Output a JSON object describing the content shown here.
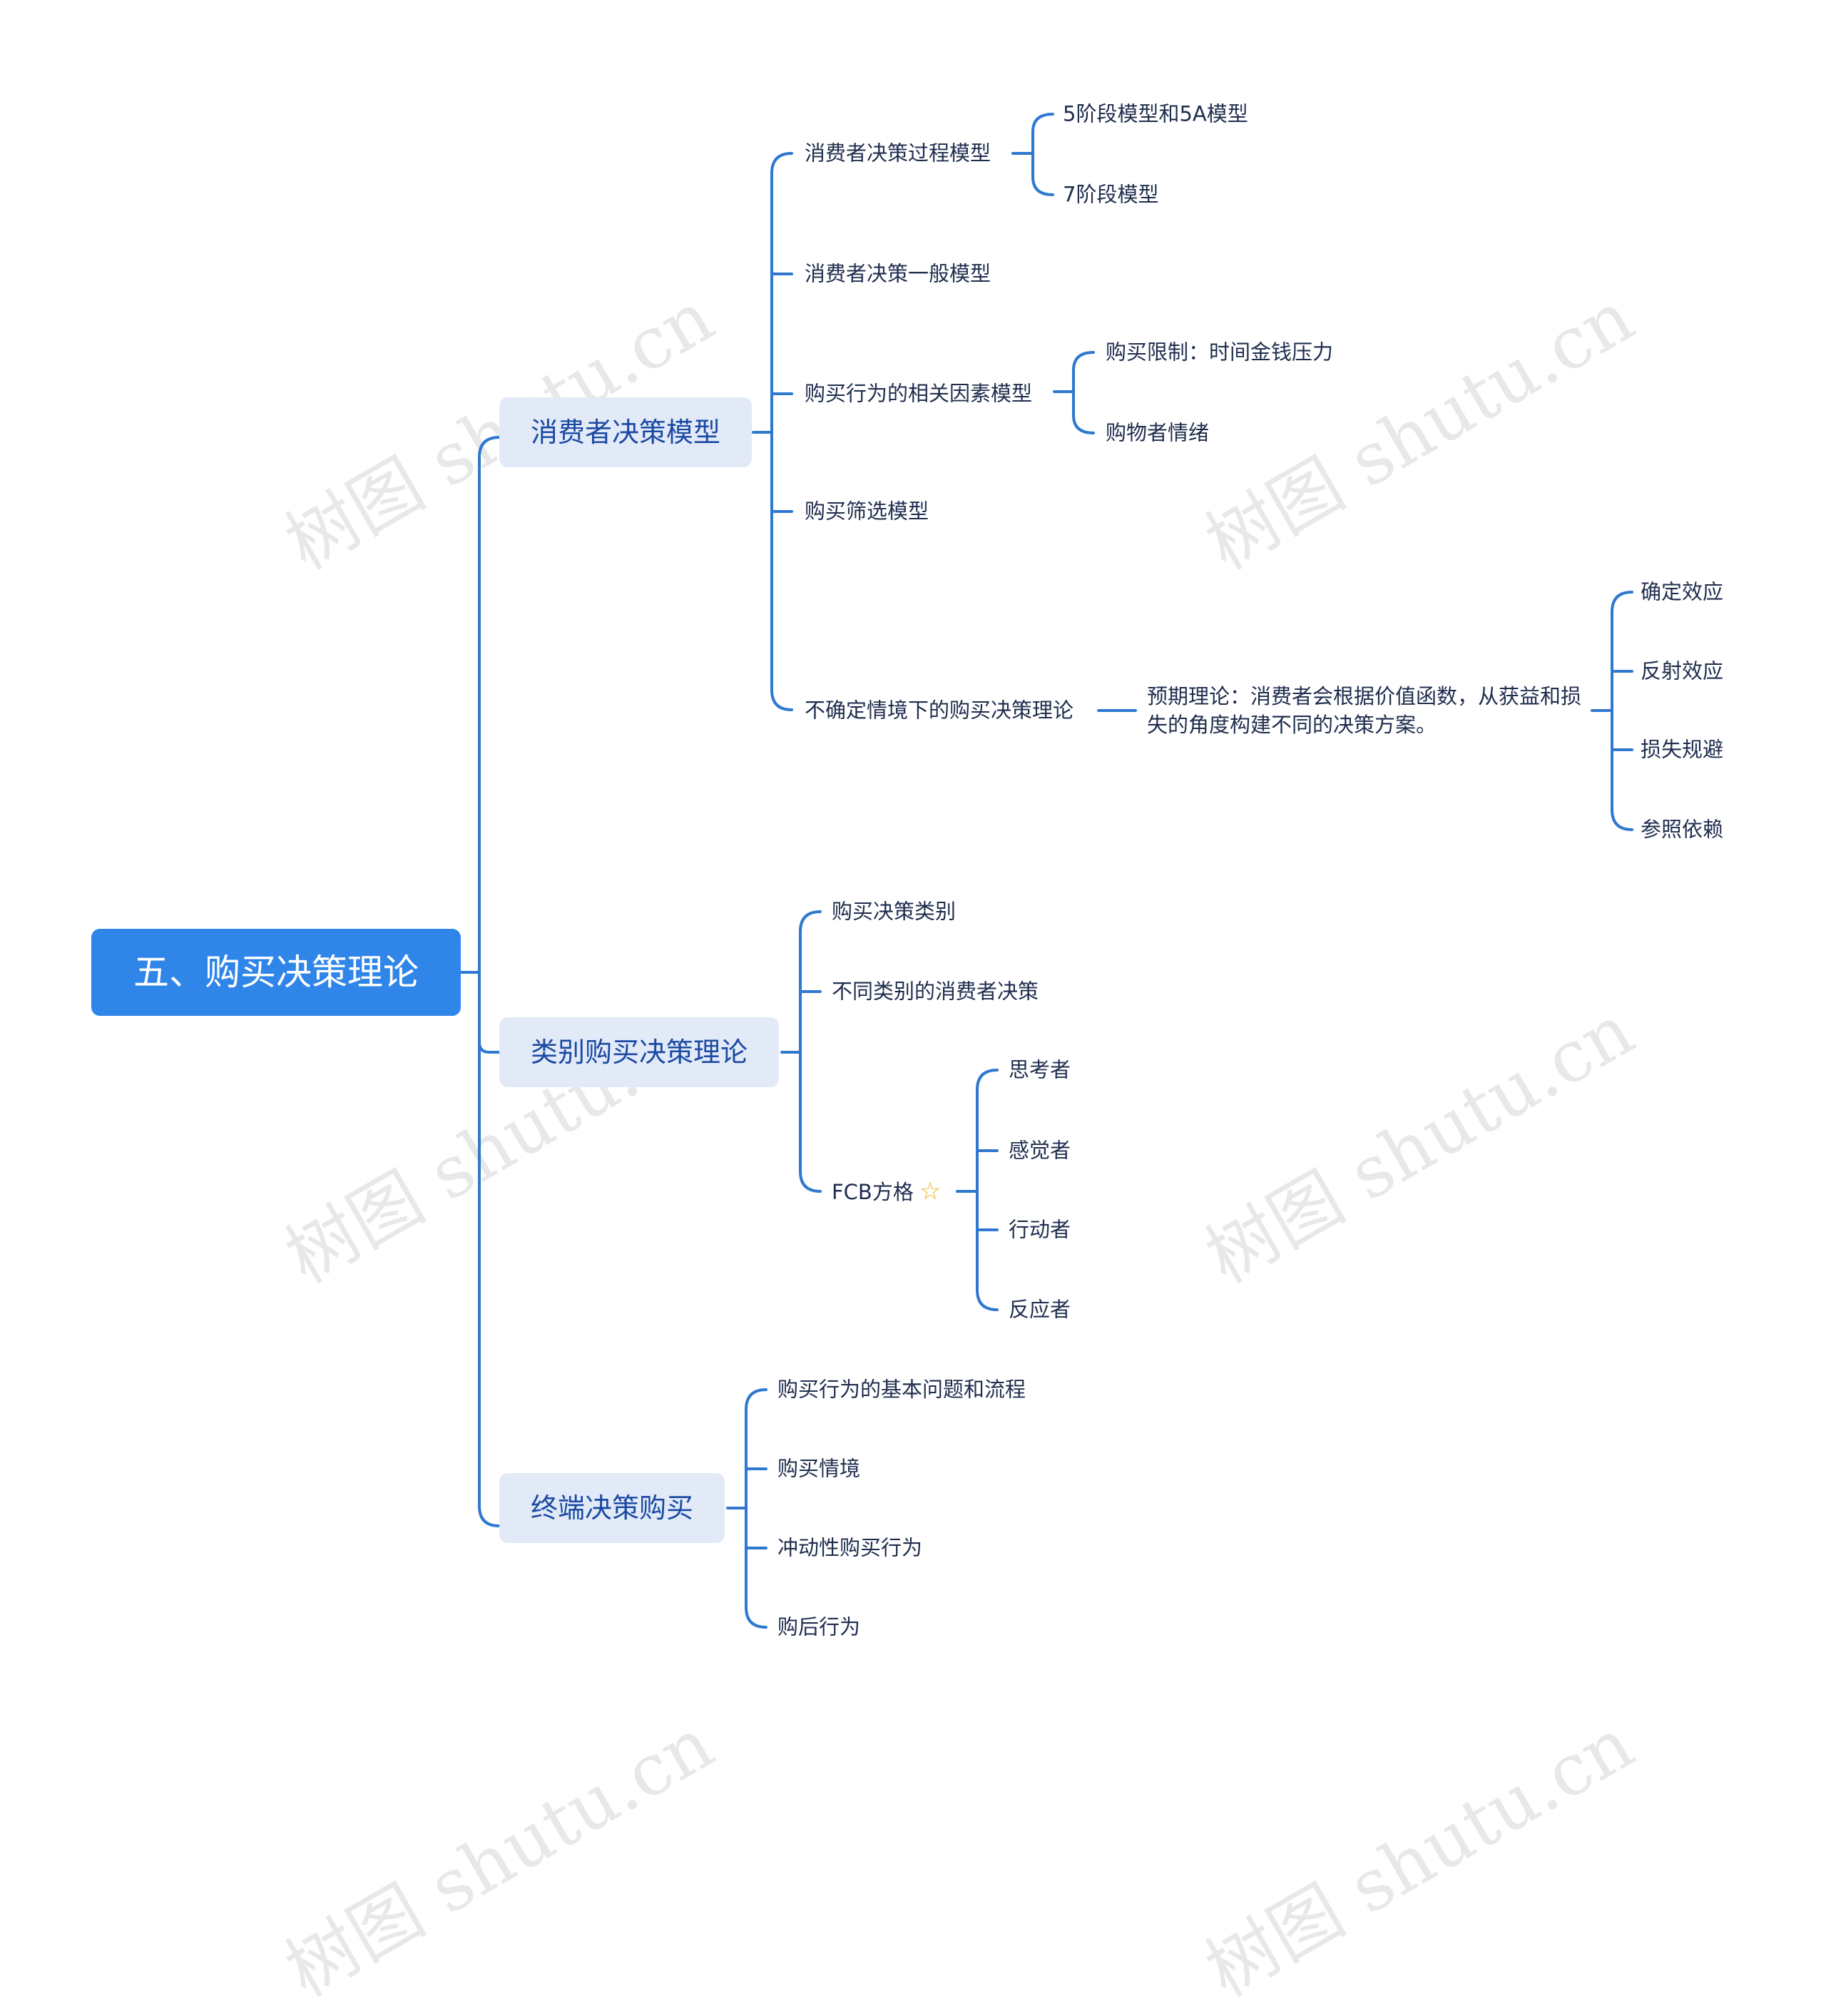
{
  "root": {
    "label": "五、购买决策理论"
  },
  "branches": [
    {
      "label": "消费者决策模型",
      "children": [
        {
          "label": "消费者决策过程模型",
          "children": [
            "5阶段模型和5A模型",
            "7阶段模型"
          ]
        },
        {
          "label": "消费者决策一般模型"
        },
        {
          "label": "购买行为的相关因素模型",
          "children": [
            "购买限制：时间金钱压力",
            "购物者情绪"
          ]
        },
        {
          "label": "购买筛选模型"
        },
        {
          "label": "不确定情境下的购买决策理论",
          "child": {
            "label": "预期理论：消费者会根据价值函数，从获益和损失的角度构建不同的决策方案。",
            "children": [
              "确定效应",
              "反射效应",
              "损失规避",
              "参照依赖"
            ]
          }
        }
      ]
    },
    {
      "label": "类别购买决策理论",
      "children": [
        {
          "label": "购买决策类别"
        },
        {
          "label": "不同类别的消费者决策"
        },
        {
          "label": "FCB方格",
          "marker": "star-icon",
          "children": [
            "思考者",
            "感觉者",
            "行动者",
            "反应者"
          ]
        }
      ]
    },
    {
      "label": "终端决策购买",
      "children": [
        {
          "label": "购买行为的基本问题和流程"
        },
        {
          "label": "购买情境"
        },
        {
          "label": "冲动性购买行为"
        },
        {
          "label": "购后行为"
        }
      ]
    }
  ],
  "watermark": "树图 shutu.cn",
  "colors": {
    "line": "#2f78d0",
    "root_bg": "#3085e8",
    "branch_bg": "#e2eaf8",
    "star": "#f2b01e"
  }
}
